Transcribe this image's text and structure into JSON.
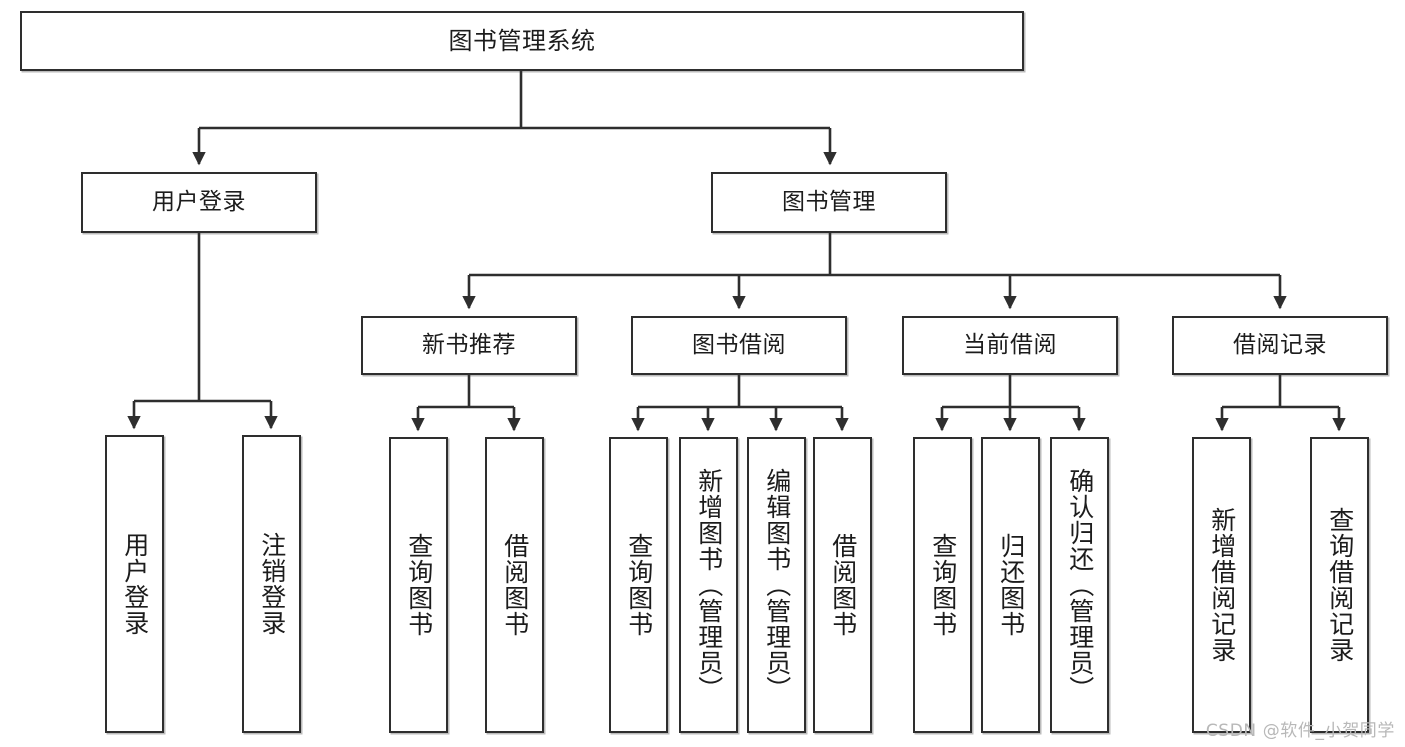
{
  "diagram": {
    "title": "图书管理系统",
    "type": "tree",
    "orientation": "top-down",
    "colors": {
      "node_border": "#2e2e2e",
      "node_fill": "#ffffff",
      "edge": "#2e2e2e",
      "text": "#1c1c1c",
      "watermark": "#b8b8b8",
      "background": "#ffffff"
    },
    "watermark": "CSDN @软件_小贺同学"
  },
  "nodes": {
    "root": {
      "label": "图书管理系统"
    },
    "level2": [
      {
        "id": "user-login",
        "label": "用户登录"
      },
      {
        "id": "book-manage",
        "label": "图书管理"
      }
    ],
    "level3": [
      {
        "id": "new-book-recommend",
        "label": "新书推荐"
      },
      {
        "id": "book-borrow",
        "label": "图书借阅"
      },
      {
        "id": "current-borrow",
        "label": "当前借阅"
      },
      {
        "id": "borrow-record",
        "label": "借阅记录"
      }
    ],
    "leaves": {
      "user-login": [
        {
          "id": "leaf-user-login",
          "label": "用户登录"
        },
        {
          "id": "leaf-logout",
          "label": "注销登录"
        }
      ],
      "new-book-recommend": [
        {
          "id": "leaf-query-book-1",
          "label": "查询图书"
        },
        {
          "id": "leaf-borrow-book-1",
          "label": "借阅图书"
        }
      ],
      "book-borrow": [
        {
          "id": "leaf-query-book-2",
          "label": "查询图书"
        },
        {
          "id": "leaf-add-book",
          "label": "新增图书（管理员）"
        },
        {
          "id": "leaf-edit-book",
          "label": "编辑图书（管理员）"
        },
        {
          "id": "leaf-borrow-book-2",
          "label": "借阅图书"
        }
      ],
      "current-borrow": [
        {
          "id": "leaf-query-book-3",
          "label": "查询图书"
        },
        {
          "id": "leaf-return-book",
          "label": "归还图书"
        },
        {
          "id": "leaf-confirm-return",
          "label": "确认归还（管理员）"
        }
      ],
      "borrow-record": [
        {
          "id": "leaf-add-record",
          "label": "新增借阅记录"
        },
        {
          "id": "leaf-query-record",
          "label": "查询借阅记录"
        }
      ]
    }
  }
}
